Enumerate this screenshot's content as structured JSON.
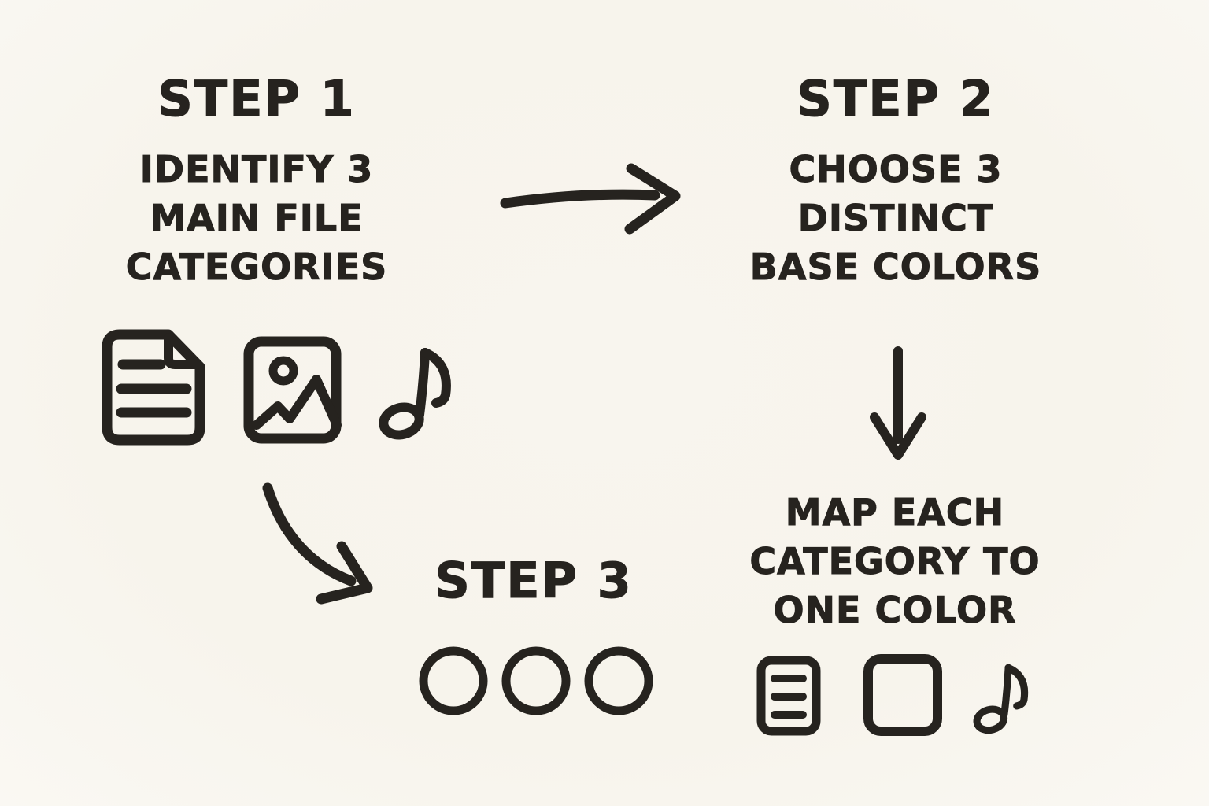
{
  "colors": {
    "background": "#f7f4ec",
    "ink": "#26231f",
    "blue": "#74bad9",
    "orange": "#f7a83d",
    "green": "#6cbb58"
  },
  "step1": {
    "title": "STEP 1",
    "lines": [
      "IDENTIFY 3",
      "MAIN FILE",
      "CATEGORIES"
    ],
    "icons": [
      "document-icon",
      "image-icon",
      "music-note-icon"
    ]
  },
  "step2": {
    "title": "STEP 2",
    "lines": [
      "CHOOSE 3",
      "DISTINCT",
      "BASE COLORS"
    ]
  },
  "step3": {
    "title": "STEP 3",
    "swatches": [
      {
        "name": "blue-circle",
        "hex": "#74bad9"
      },
      {
        "name": "orange-circle",
        "hex": "#f7a83d"
      },
      {
        "name": "green-circle",
        "hex": "#6cbb58"
      }
    ]
  },
  "mapping": {
    "lines": [
      "MAP EACH",
      "CATEGORY TO",
      "ONE COLOR"
    ],
    "icons": [
      "document-icon",
      "orange-square-icon",
      "music-note-icon"
    ],
    "square_hex": "#f7a83d"
  }
}
